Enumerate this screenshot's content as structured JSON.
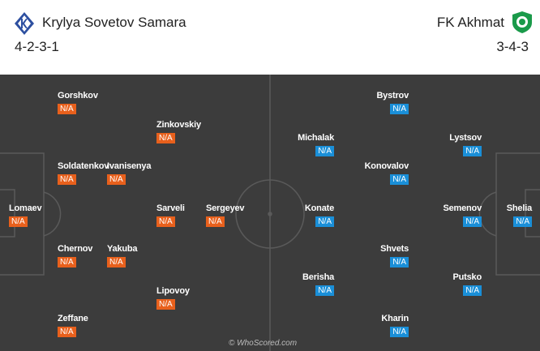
{
  "home": {
    "name": "Krylya Sovetov Samara",
    "formation": "4-2-3-1",
    "players": [
      {
        "name": "Gorshkov",
        "rating": "N/A"
      },
      {
        "name": "Zinkovskiy",
        "rating": "N/A"
      },
      {
        "name": "Soldatenkov",
        "rating": "N/A"
      },
      {
        "name": "Ivanisenya",
        "rating": "N/A"
      },
      {
        "name": "Lomaev",
        "rating": "N/A"
      },
      {
        "name": "Sarveli",
        "rating": "N/A"
      },
      {
        "name": "Sergeyev",
        "rating": "N/A"
      },
      {
        "name": "Chernov",
        "rating": "N/A"
      },
      {
        "name": "Yakuba",
        "rating": "N/A"
      },
      {
        "name": "Lipovoy",
        "rating": "N/A"
      },
      {
        "name": "Zeffane",
        "rating": "N/A"
      }
    ]
  },
  "away": {
    "name": "FK Akhmat",
    "formation": "3-4-3",
    "players": [
      {
        "name": "Bystrov",
        "rating": "N/A"
      },
      {
        "name": "Michalak",
        "rating": "N/A"
      },
      {
        "name": "Lystsov",
        "rating": "N/A"
      },
      {
        "name": "Konovalov",
        "rating": "N/A"
      },
      {
        "name": "Konate",
        "rating": "N/A"
      },
      {
        "name": "Semenov",
        "rating": "N/A"
      },
      {
        "name": "Shelia",
        "rating": "N/A"
      },
      {
        "name": "Shvets",
        "rating": "N/A"
      },
      {
        "name": "Berisha",
        "rating": "N/A"
      },
      {
        "name": "Putsko",
        "rating": "N/A"
      },
      {
        "name": "Kharin",
        "rating": "N/A"
      }
    ]
  },
  "watermark": "© WhoScored.com",
  "colors": {
    "home_rating": "#e8601c",
    "away_rating": "#1a8fd8",
    "pitch": "#3c3c3c"
  },
  "icons": {
    "home_logo": "krylya-sovetov-crest-icon",
    "away_logo": "akhmat-crest-icon"
  }
}
